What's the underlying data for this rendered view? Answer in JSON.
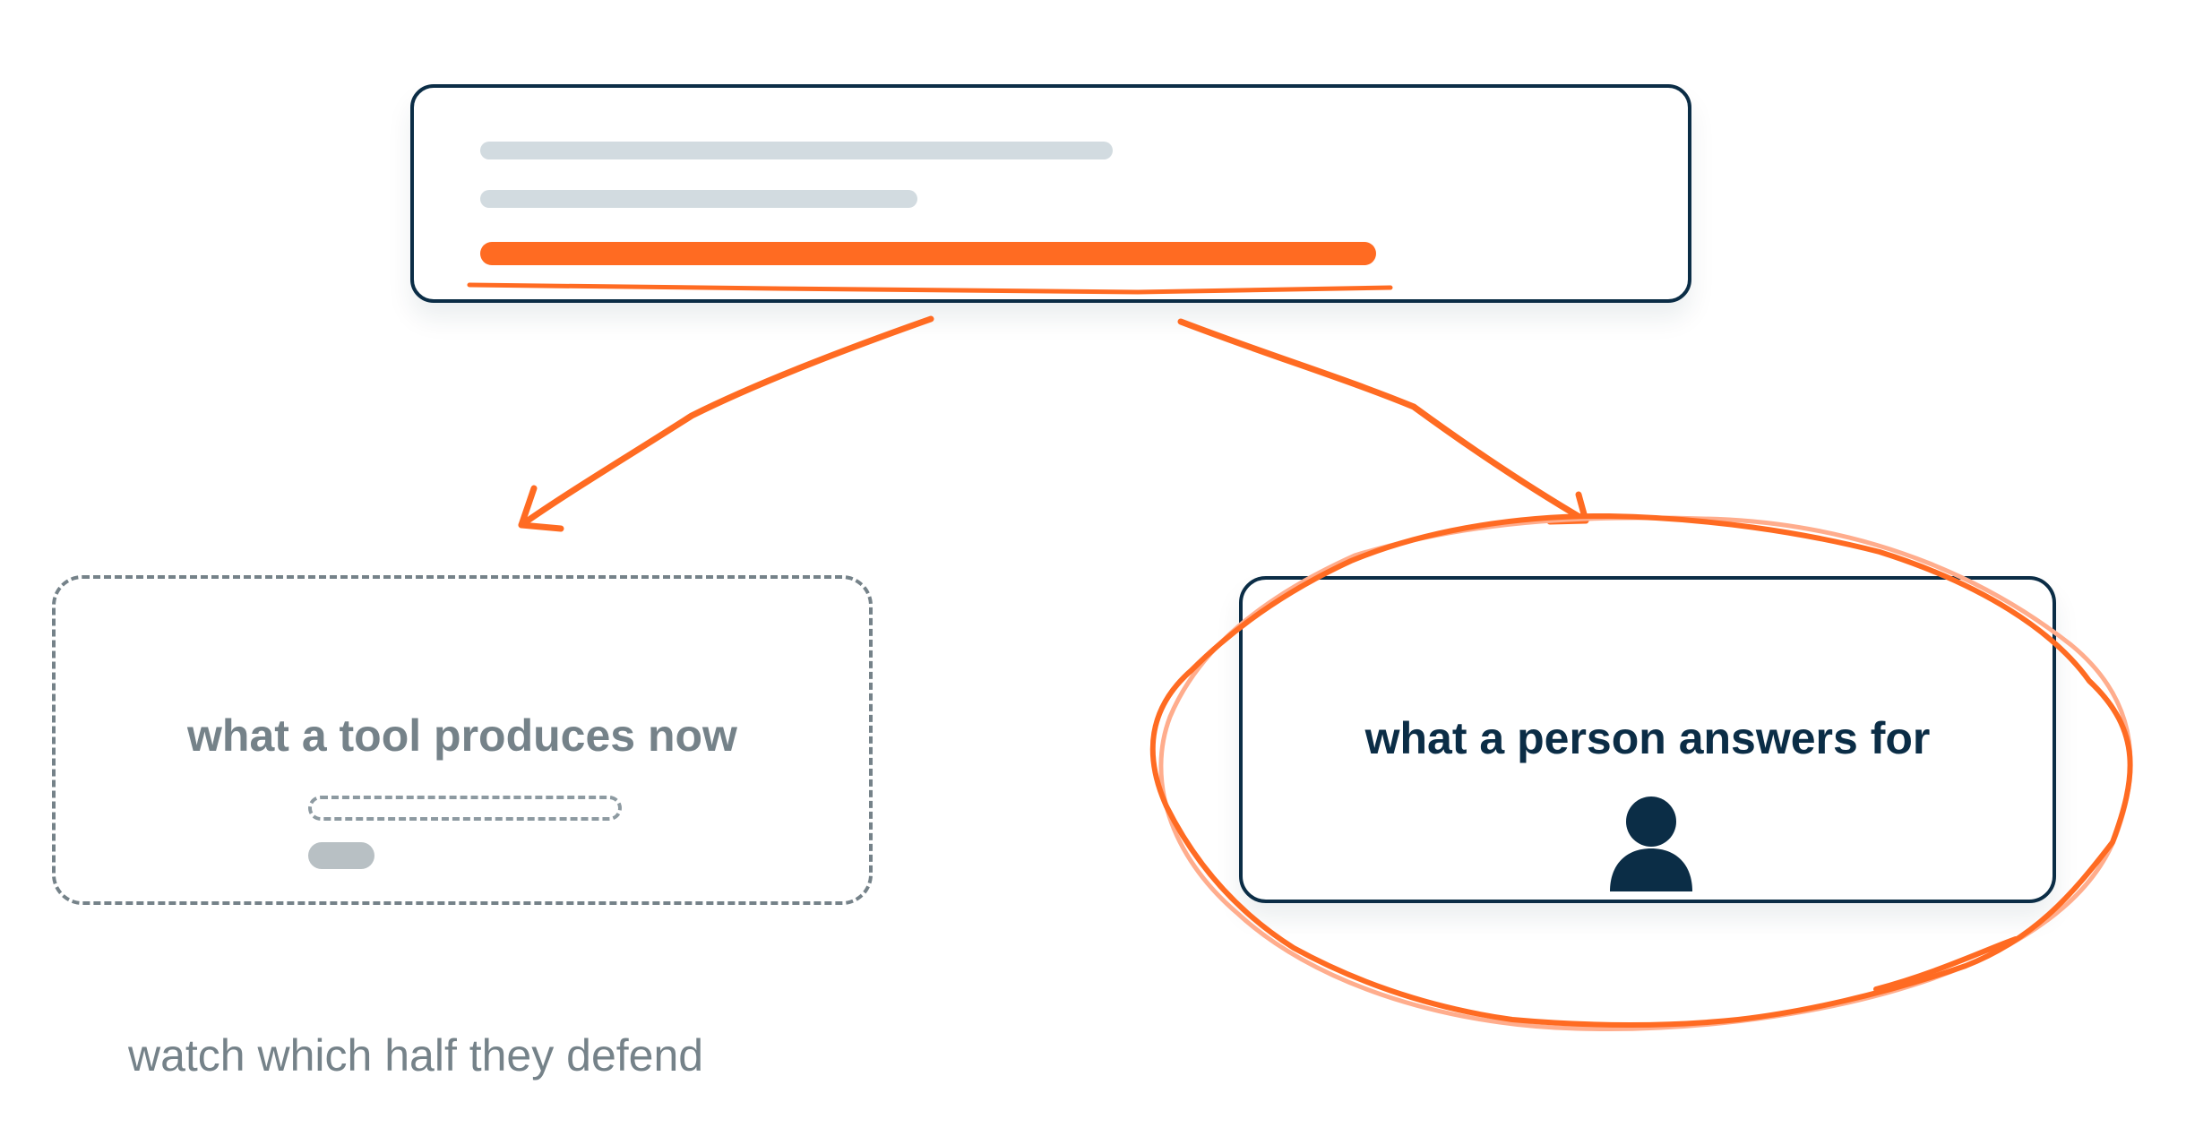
{
  "diagram": {
    "left_card": {
      "title": "what a tool produces now",
      "style": "dashed"
    },
    "right_card": {
      "title": "what a person answers for",
      "icon": "person-icon"
    },
    "caption": "watch which half they defend",
    "colors": {
      "accent": "#ff6b22",
      "ink": "#0b2d46",
      "muted": "#758289",
      "placeholder": "#d2dbe0"
    }
  }
}
